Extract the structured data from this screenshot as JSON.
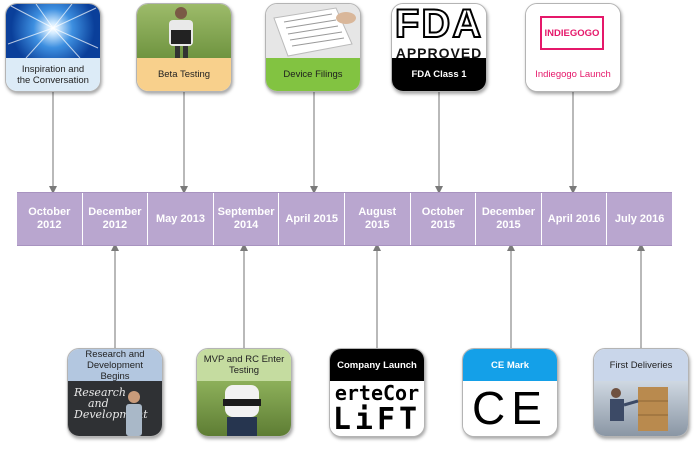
{
  "timeline": {
    "segments": [
      "October\n2012",
      "December\n2012",
      "May 2013",
      "September\n2014",
      "April 2015",
      "August\n2015",
      "October\n2015",
      "December\n2015",
      "April 2016",
      "July 2016"
    ]
  },
  "milestones_top": [
    {
      "label": "Inspiration and\nthe Conversation",
      "segment": 0,
      "label_bg": "#dcebf7"
    },
    {
      "label": "Beta Testing",
      "segment": 2,
      "label_bg": "#f8d08c"
    },
    {
      "label": "Device Filings",
      "segment": 4,
      "label_bg": "#82c341"
    },
    {
      "label": "FDA Class 1",
      "segment": 6,
      "label_bg": "#000000"
    },
    {
      "label": "Indiegogo Launch",
      "segment": 8,
      "label_bg": "#ffffff"
    }
  ],
  "milestones_bottom": [
    {
      "label": "Research and\nDevelopment\nBegins",
      "segment": 1,
      "label_bg": "#b3c7e0"
    },
    {
      "label": "MVP and RC Enter\nTesting",
      "segment": 3,
      "label_bg": "#c5dca0"
    },
    {
      "label": "Company Launch",
      "segment": 5,
      "label_bg": "#000000"
    },
    {
      "label": "CE Mark",
      "segment": 7,
      "label_bg": "#14a0e8"
    },
    {
      "label": "First Deliveries",
      "segment": 9,
      "label_bg": "#c9d6ea"
    }
  ],
  "image_text": {
    "fda_logo": "FDA",
    "fda_approved": "APPROVED",
    "indiegogo_logo": "INDIEGOGO",
    "research_board_line1": "Research",
    "research_board_line2": "and",
    "research_board_line3": "Development",
    "company_logo_top": "erteCor",
    "company_logo_bottom": "LiFT",
    "ce_mark_symbol": "CE"
  },
  "colors": {
    "timeline": "#b9a6cf",
    "timeline_text": "#ffffff",
    "connector": "#7a7a7a",
    "indiegogo": "#e5186a"
  }
}
